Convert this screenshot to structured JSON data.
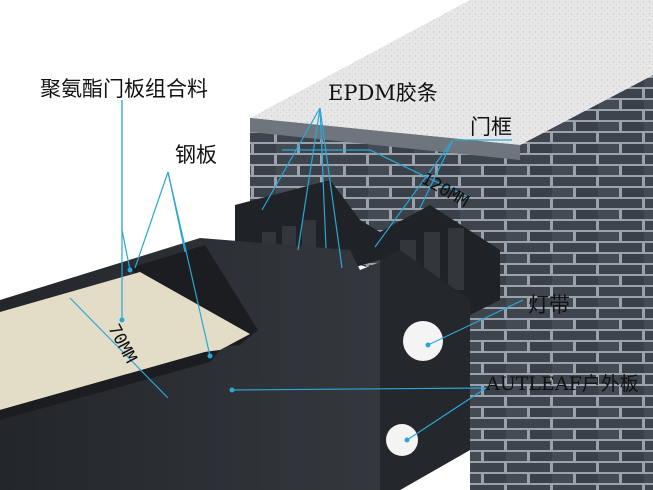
{
  "labels": {
    "polyurethane_core": "聚氨酯门板组合料",
    "epdm_strip": "EPDM胶条",
    "door_frame": "门框",
    "steel_plate": "钢板",
    "frame_depth": "120MM",
    "panel_thickness": "70MM",
    "light_strip": "灯带",
    "outdoor_panel": "AUTLEAF户外板"
  },
  "colors": {
    "leader_line": "#2aa7d6",
    "brick_mortar": "#9aa3ad",
    "brick_face": "#3e444c",
    "concrete_top": "#e7e7e7",
    "door_panel": "#2b2e33",
    "foam_core": "#e3ddc8",
    "frame_profile": "#1f2226",
    "light_dot": "#f4f4f4"
  }
}
